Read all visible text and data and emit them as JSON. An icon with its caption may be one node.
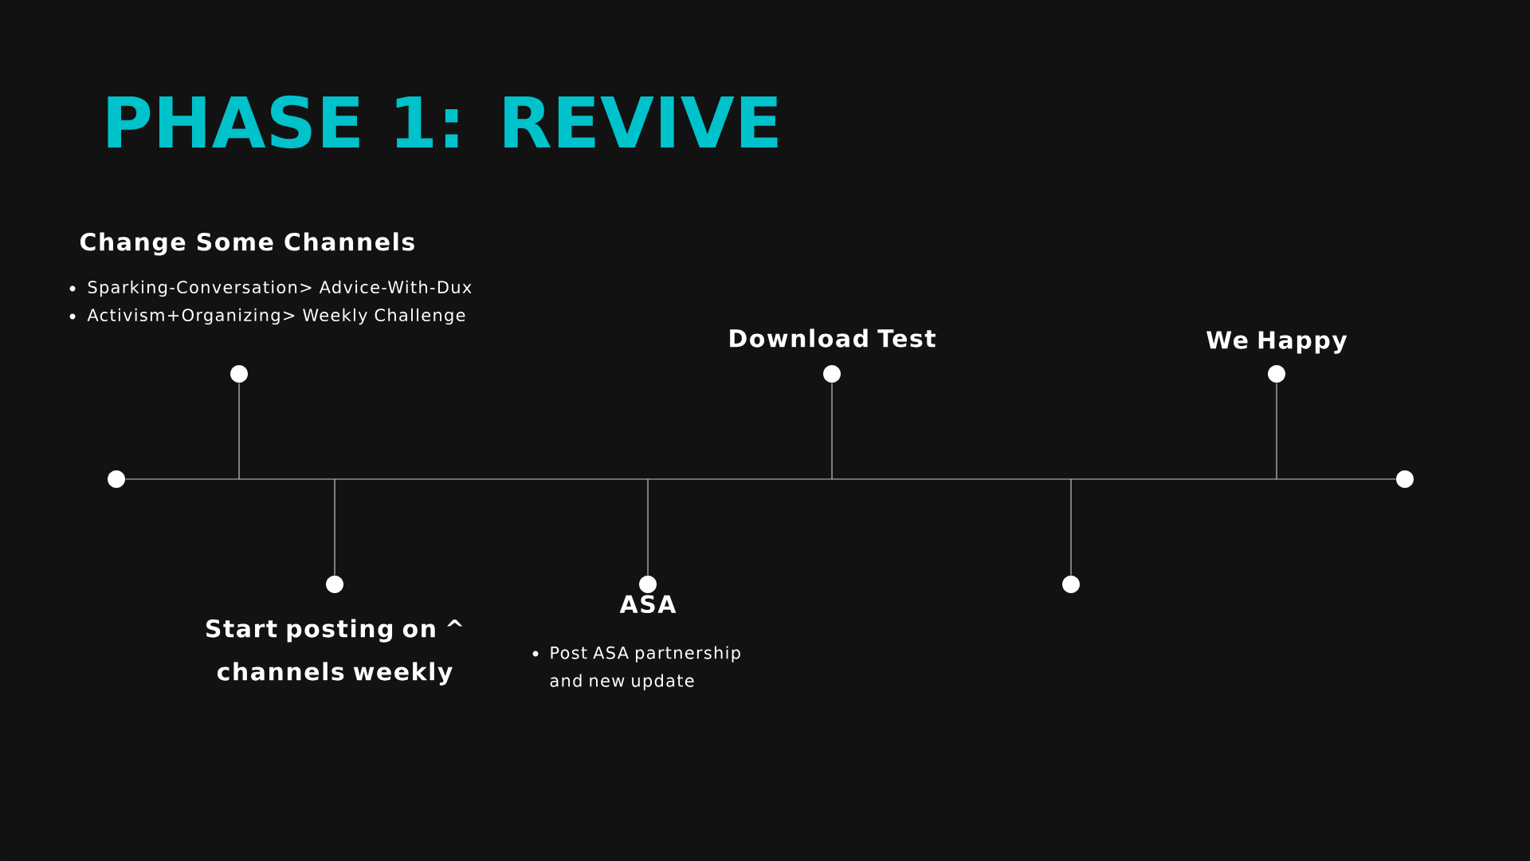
{
  "diagram": {
    "title": "PHASE 1: REVIVE",
    "nodes": [
      {
        "text": [],
        "shape": "circle"
      },
      {
        "text": [],
        "shape": "circle",
        "beside": [
          "Change Some Channels",
          "Sparking-Conversation> Advice-With-Dux",
          "Activism+Organizing> Weekly Challenge"
        ]
      },
      {
        "text": [],
        "shape": "circle",
        "beside": [
          "Start posting on ^ channels weekly"
        ]
      },
      {
        "text": [],
        "shape": "circle",
        "beside": [
          "ASA",
          "Post ASA partnership and new update"
        ]
      },
      {
        "text": [],
        "shape": "circle",
        "beside": [
          "Download Test"
        ]
      },
      {
        "text": [],
        "shape": "circle"
      },
      {
        "text": [],
        "shape": "circle",
        "beside": [
          "We Happy"
        ]
      },
      {
        "text": [],
        "shape": "circle"
      }
    ],
    "edges": [
      {
        "from": 0,
        "to": 7,
        "arrow": "none"
      },
      {
        "from": 1,
        "to": null,
        "arrow": "none"
      },
      {
        "from": 2,
        "to": null,
        "arrow": "none"
      },
      {
        "from": 3,
        "to": null,
        "arrow": "none"
      },
      {
        "from": 4,
        "to": null,
        "arrow": "none"
      },
      {
        "from": 5,
        "to": null,
        "arrow": "none"
      },
      {
        "from": 6,
        "to": null,
        "arrow": "none"
      }
    ]
  }
}
